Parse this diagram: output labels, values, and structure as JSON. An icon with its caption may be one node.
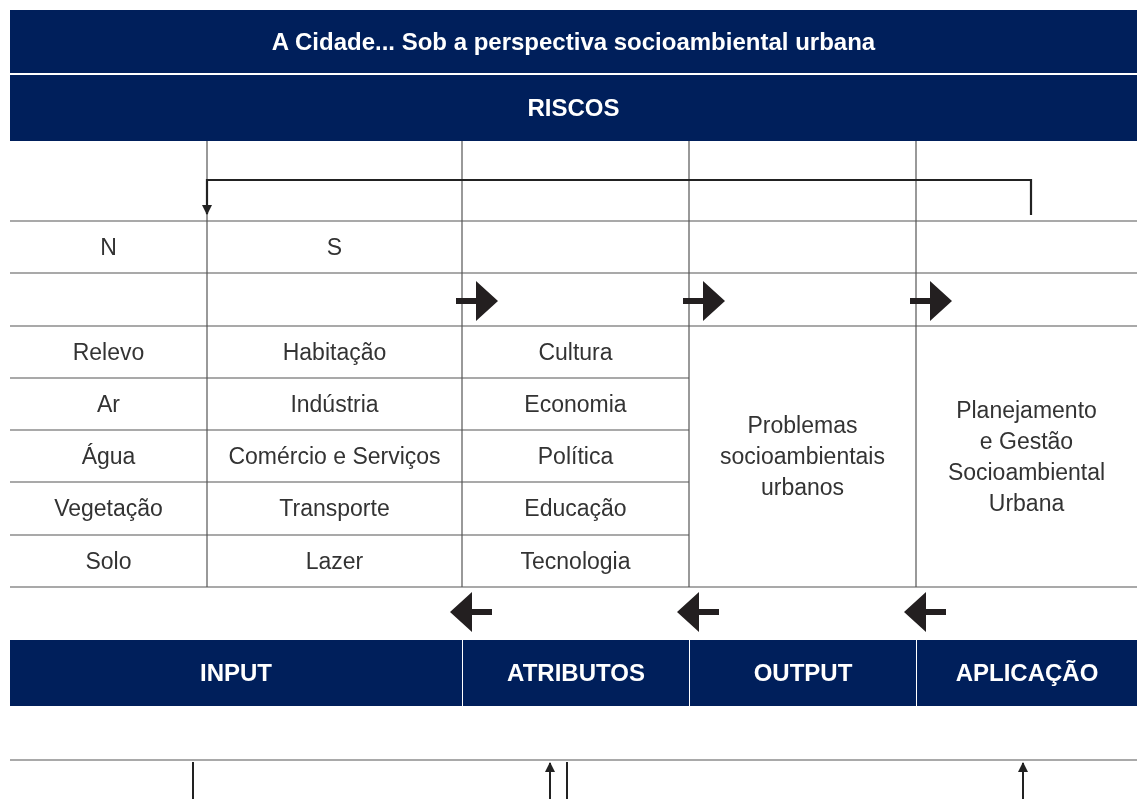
{
  "diagram": {
    "nodes": [
      {
        "text": [
          "A Cidade... Sob a perspectiva socioambiental urbana"
        ]
      },
      {
        "text": [
          "RISCOS"
        ]
      },
      {
        "text": [
          "N"
        ]
      },
      {
        "text": [
          "S"
        ]
      },
      {
        "text": [
          "Relevo"
        ]
      },
      {
        "text": [
          "Habitação"
        ]
      },
      {
        "text": [
          "Cultura"
        ]
      },
      {
        "text": [
          "Problemas socioambientais urbanos"
        ]
      },
      {
        "text": [
          "Planejamento e Gestão Socioambiental Urbana"
        ]
      },
      {
        "text": [
          "Ar"
        ]
      },
      {
        "text": [
          "Indústria"
        ]
      },
      {
        "text": [
          "Economia"
        ]
      },
      {
        "text": [
          "Água"
        ]
      },
      {
        "text": [
          "Comércio e Serviços"
        ]
      },
      {
        "text": [
          "Política"
        ]
      },
      {
        "text": [
          "Vegetação"
        ]
      },
      {
        "text": [
          "Transporte"
        ]
      },
      {
        "text": [
          "Educação"
        ]
      },
      {
        "text": [
          "Solo"
        ]
      },
      {
        "text": [
          "Lazer"
        ]
      },
      {
        "text": [
          "Tecnologia"
        ]
      },
      {
        "text": [
          "INPUT"
        ]
      },
      {
        "text": [
          "ATRIBUTOS"
        ]
      },
      {
        "text": [
          "OUTPUT"
        ]
      },
      {
        "text": [
          "APLICAÇÃO"
        ]
      }
    ],
    "edges": [
      {
        "from": 22,
        "to": 21,
        "arrow": "to"
      },
      {
        "from": 23,
        "to": 22,
        "arrow": "to"
      },
      {
        "from": 24,
        "to": 23,
        "arrow": "to"
      }
    ]
  }
}
